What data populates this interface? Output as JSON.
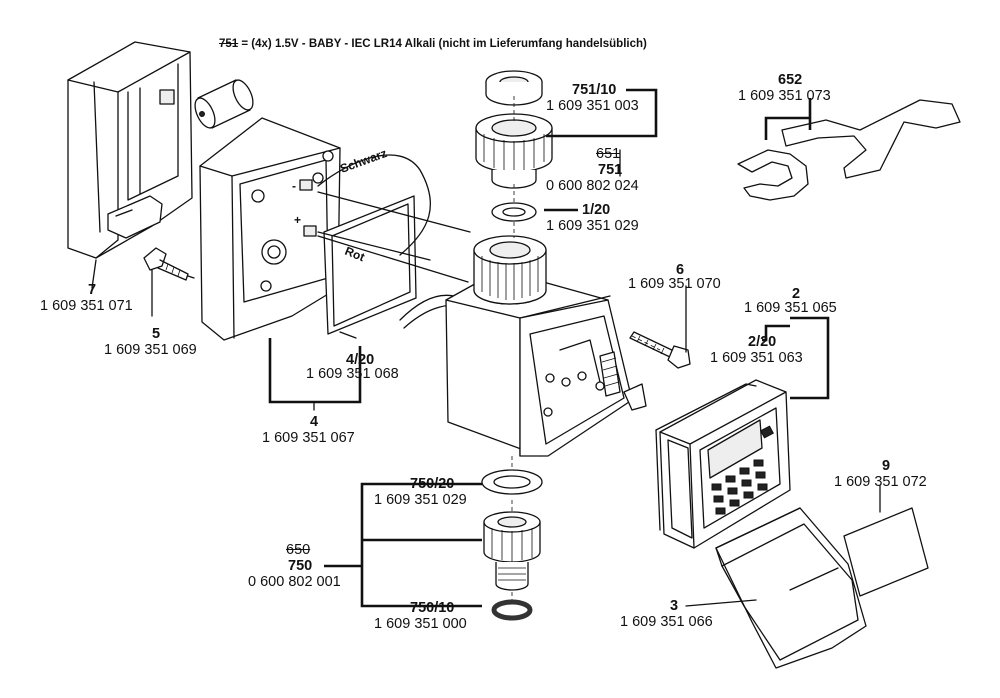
{
  "note": {
    "strike": "751",
    "text": " = (4x) 1.5V - BABY - IEC LR14 Alkali (nicht im Lieferumfang handelsüblich)"
  },
  "wire_labels": {
    "black": "Schwarz",
    "red": "Rot"
  },
  "terminal_marks": {
    "minus": "-",
    "plus": "+"
  },
  "parts": {
    "p751_10": {
      "num": "751/10",
      "code": "1 609 351 003"
    },
    "p651": {
      "num": "651"
    },
    "p751": {
      "num": "751",
      "code": "0 600 802 024"
    },
    "p1_20": {
      "num": "1/20",
      "code": "1 609 351 029"
    },
    "p652": {
      "num": "652",
      "code": "1 609 351 073"
    },
    "p7": {
      "num": "7",
      "code": "1 609 351 071"
    },
    "p5": {
      "num": "5",
      "code": "1 609 351 069"
    },
    "p6": {
      "num": "6",
      "code": "1 609 351 070"
    },
    "p2": {
      "num": "2",
      "code": "1 609 351 065"
    },
    "p2_20": {
      "num": "2/20",
      "code": "1 609 351 063"
    },
    "p4_20": {
      "num": "4/20",
      "code": "1 609 351 068"
    },
    "p4": {
      "num": "4",
      "code": "1 609 351 067"
    },
    "p750_20": {
      "num": "750/20",
      "code": "1 609 351 029"
    },
    "p650": {
      "num": "650"
    },
    "p750": {
      "num": "750",
      "code": "0 600 802 001"
    },
    "p750_10": {
      "num": "750/10",
      "code": "1 609 351 000"
    },
    "p9": {
      "num": "9",
      "code": "1 609 351 072"
    },
    "p3": {
      "num": "3",
      "code": "1 609 351 066"
    }
  }
}
